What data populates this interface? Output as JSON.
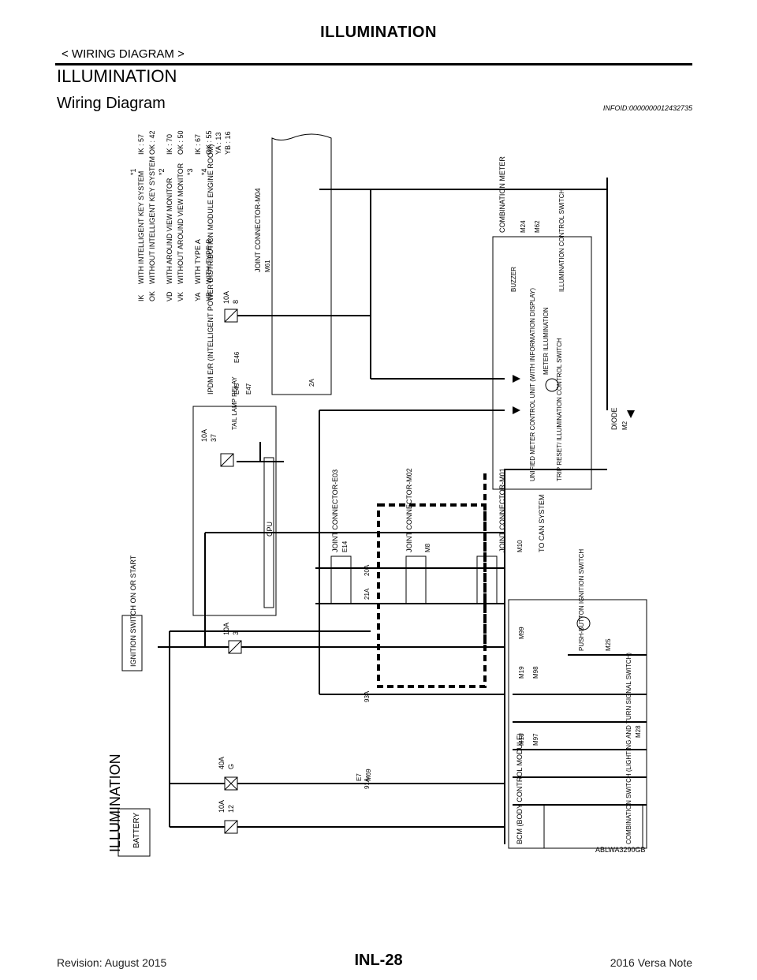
{
  "header": {
    "title": "ILLUMINATION",
    "subtitle": "< WIRING DIAGRAM >"
  },
  "section_title": "ILLUMINATION",
  "subsection_title": "Wiring Diagram",
  "info_id": "INFOID:0000000012432735",
  "footer": {
    "revision": "Revision: August 2015",
    "page": "INL-28",
    "model": "2016 Versa Note"
  },
  "diagram": {
    "side_title": "ILLUMINATION",
    "figure_code": "ABLWA3290GB",
    "legend": [
      {
        "code": "IK",
        "text": "WITH INTELLIGENT KEY SYSTEM"
      },
      {
        "code": "OK",
        "text": "WITHOUT INTELLIGENT KEY SYSTEM"
      },
      {
        "code": "VD",
        "text": "WITH AROUND VIEW MONITOR"
      },
      {
        "code": "VK",
        "text": "WITHOUT AROUND VIEW MONITOR"
      },
      {
        "code": "YA",
        "text": "WITH TYPE A"
      },
      {
        "code": "YB",
        "text": "WITH TYPE B"
      }
    ],
    "star_table": [
      {
        "star": "*1",
        "a": "IK : 57",
        "b": "OK : 42"
      },
      {
        "star": "*2",
        "a": "IK : 70",
        "b": "OK : 50"
      },
      {
        "star": "*3",
        "a": "IK : 67",
        "b": "OK : 55"
      },
      {
        "star": "*4",
        "a": "YA : 13",
        "b": "YB : 16"
      }
    ],
    "battery": "BATTERY",
    "ignition": "IGNITION SWITCH ON OR START",
    "fuses": {
      "f12": {
        "amp": "10A",
        "num": "12"
      },
      "fg": {
        "amp": "40A",
        "num": "G"
      },
      "f3": {
        "amp": "10A",
        "num": "3"
      },
      "f8": {
        "amp": "10A",
        "num": "8"
      },
      "f37": {
        "amp": "10A",
        "num": "37"
      }
    },
    "ipdm": {
      "name": "IPDM E/R (INTELLIGENT POWER DISTRIBUTION MODULE ENGINE ROOM)",
      "conn1": "E45",
      "conn2": "E46",
      "conn3": "E47",
      "cpu": "CPU",
      "relay": "TAIL LAMP RELAY"
    },
    "joint_m04": {
      "name": "JOINT CONNECTOR-M04",
      "conn": "M61"
    },
    "joint_e03": {
      "name": "JOINT CONNECTOR-E03",
      "conn": "E14"
    },
    "joint_m02": {
      "name": "JOINT CONNECTOR-M02",
      "conn": "M8"
    },
    "joint_m01": {
      "name": "JOINT CONNECTOR-M01",
      "conn": "M10"
    },
    "can": "TO CAN SYSTEM",
    "meter": {
      "name": "COMBINATION METER",
      "c1": "M24",
      "c2": "M62",
      "unit": "UNIFIED METER CONTROL UNIT (WITH INFORMATION DISPLAY)",
      "buzzer": "BUZZER",
      "illum_sw": "ILLUMINATION CONTROL SWITCH",
      "trip": "TRIP RESET/ ILLUMINATION CONTROL SWITCH",
      "meter_illum": "METER ILLUMINATION"
    },
    "diode": {
      "name": "DIODE",
      "conn": "M2"
    },
    "bcm": {
      "name": "BCM (BODY CONTROL MODULE)",
      "c1": "M18",
      "c2": "M19",
      "c3": "M99",
      "c4": "M97",
      "c5": "M98"
    },
    "push_switch": {
      "name": "PUSH-BUTTON IGNITION SWITCH",
      "conn": "M25"
    },
    "combo_switch": {
      "name": "COMBINATION SWITCH (LIGHTING AND TURN SIGNAL SWITCH)",
      "conn": "M28"
    },
    "harness": {
      "e7": "E7",
      "m69": "M69",
      "c2a": "2A",
      "c91a": "91A",
      "c93a": "93A",
      "c20a": "20A",
      "c21a": "21A"
    }
  }
}
